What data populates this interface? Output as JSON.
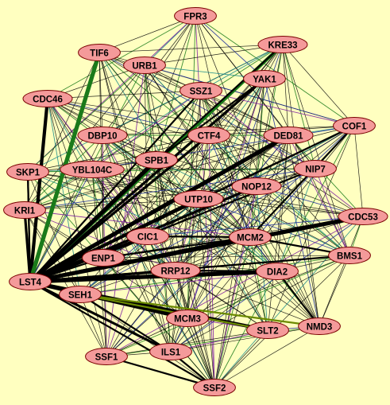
{
  "background_color": "#ffffc0",
  "node_fill": "#f49a9a",
  "node_stroke": "#7a0000",
  "edge_colors": {
    "default": "#000000",
    "green": "#1a7a1a",
    "olive": "#6b8a00",
    "blue": "#1a2a9a",
    "purple": "#7a1aa0",
    "teal": "#1a8a8a"
  },
  "nodes": [
    {
      "id": "FPR3",
      "label": "FPR3"
    },
    {
      "id": "KRE33",
      "label": "KRE33"
    },
    {
      "id": "TIF6",
      "label": "TIF6"
    },
    {
      "id": "URB1",
      "label": "URB1"
    },
    {
      "id": "YAK1",
      "label": "YAK1"
    },
    {
      "id": "SSZ1",
      "label": "SSZ1"
    },
    {
      "id": "CDC46",
      "label": "CDC46"
    },
    {
      "id": "COF1",
      "label": "COF1"
    },
    {
      "id": "DBP10",
      "label": "DBP10"
    },
    {
      "id": "CTF4",
      "label": "CTF4"
    },
    {
      "id": "DED81",
      "label": "DED81"
    },
    {
      "id": "SKP1",
      "label": "SKP1"
    },
    {
      "id": "YBL104C",
      "label": "YBL104C"
    },
    {
      "id": "SPB1",
      "label": "SPB1"
    },
    {
      "id": "NIP7",
      "label": "NIP7"
    },
    {
      "id": "NOP12",
      "label": "NOP12"
    },
    {
      "id": "UTP10",
      "label": "UTP10"
    },
    {
      "id": "KRI1",
      "label": "KRI1"
    },
    {
      "id": "CDC53",
      "label": "CDC53"
    },
    {
      "id": "CIC1",
      "label": "CIC1"
    },
    {
      "id": "MCM2",
      "label": "MCM2"
    },
    {
      "id": "BMS1",
      "label": "BMS1"
    },
    {
      "id": "ENP1",
      "label": "ENP1"
    },
    {
      "id": "RRP12",
      "label": "RRP12"
    },
    {
      "id": "DIA2",
      "label": "DIA2"
    },
    {
      "id": "LST4",
      "label": "LST4"
    },
    {
      "id": "SEH1",
      "label": "SEH1"
    },
    {
      "id": "MCM3",
      "label": "MCM3"
    },
    {
      "id": "NMD3",
      "label": "NMD3"
    },
    {
      "id": "SLT2",
      "label": "SLT2"
    },
    {
      "id": "SSF1",
      "label": "SSF1"
    },
    {
      "id": "ILS1",
      "label": "ILS1"
    },
    {
      "id": "SSF2",
      "label": "SSF2"
    }
  ],
  "heavy_edges": [
    {
      "source": "LST4",
      "target": "COF1",
      "color": "default"
    },
    {
      "source": "LST4",
      "target": "YAK1",
      "color": "default"
    },
    {
      "source": "LST4",
      "target": "KRE33",
      "color": "green"
    },
    {
      "source": "LST4",
      "target": "DED81",
      "color": "default"
    },
    {
      "source": "LST4",
      "target": "NIP7",
      "color": "default"
    },
    {
      "source": "LST4",
      "target": "CTF4",
      "color": "default"
    },
    {
      "source": "LST4",
      "target": "MCM2",
      "color": "default"
    },
    {
      "source": "LST4",
      "target": "CDC53",
      "color": "default"
    },
    {
      "source": "LST4",
      "target": "BMS1",
      "color": "default"
    },
    {
      "source": "LST4",
      "target": "NOP12",
      "color": "default"
    },
    {
      "source": "LST4",
      "target": "UTP10",
      "color": "default"
    },
    {
      "source": "LST4",
      "target": "SPB1",
      "color": "default"
    },
    {
      "source": "LST4",
      "target": "ENP1",
      "color": "default"
    },
    {
      "source": "LST4",
      "target": "RRP12",
      "color": "default"
    },
    {
      "source": "LST4",
      "target": "CIC1",
      "color": "default"
    },
    {
      "source": "LST4",
      "target": "MCM3",
      "color": "default"
    },
    {
      "source": "LST4",
      "target": "SSF2",
      "color": "default"
    },
    {
      "source": "LST4",
      "target": "ILS1",
      "color": "default"
    },
    {
      "source": "LST4",
      "target": "SLT2",
      "color": "default"
    },
    {
      "source": "LST4",
      "target": "DIA2",
      "color": "default"
    },
    {
      "source": "LST4",
      "target": "SKP1",
      "color": "default"
    },
    {
      "source": "LST4",
      "target": "KRI1",
      "color": "default"
    },
    {
      "source": "LST4",
      "target": "CDC46",
      "color": "default"
    },
    {
      "source": "LST4",
      "target": "TIF6",
      "color": "green"
    },
    {
      "source": "LST4",
      "target": "SSZ1",
      "color": "default"
    },
    {
      "source": "LST4",
      "target": "SEH1",
      "color": "default"
    },
    {
      "source": "SEH1",
      "target": "NMD3",
      "color": "olive"
    },
    {
      "source": "SEH1",
      "target": "SLT2",
      "color": "olive"
    },
    {
      "source": "KRE33",
      "target": "SPB1",
      "color": "default"
    },
    {
      "source": "YAK1",
      "target": "SPB1",
      "color": "default"
    },
    {
      "source": "SKP1",
      "target": "LST4",
      "color": "default"
    },
    {
      "source": "RRP12",
      "target": "DIA2",
      "color": "default"
    },
    {
      "source": "MCM2",
      "target": "BMS1",
      "color": "default"
    },
    {
      "source": "MCM2",
      "target": "COF1",
      "color": "default"
    },
    {
      "source": "SSF1",
      "target": "SSF2",
      "color": "default"
    },
    {
      "source": "ILS1",
      "target": "SSF2",
      "color": "default"
    },
    {
      "source": "SEH1",
      "target": "ILS1",
      "color": "default"
    },
    {
      "source": "ENP1",
      "target": "MCM2",
      "color": "default"
    },
    {
      "source": "CIC1",
      "target": "MCM2",
      "color": "default"
    },
    {
      "source": "DIA2",
      "target": "NMD3",
      "color": "default"
    }
  ]
}
